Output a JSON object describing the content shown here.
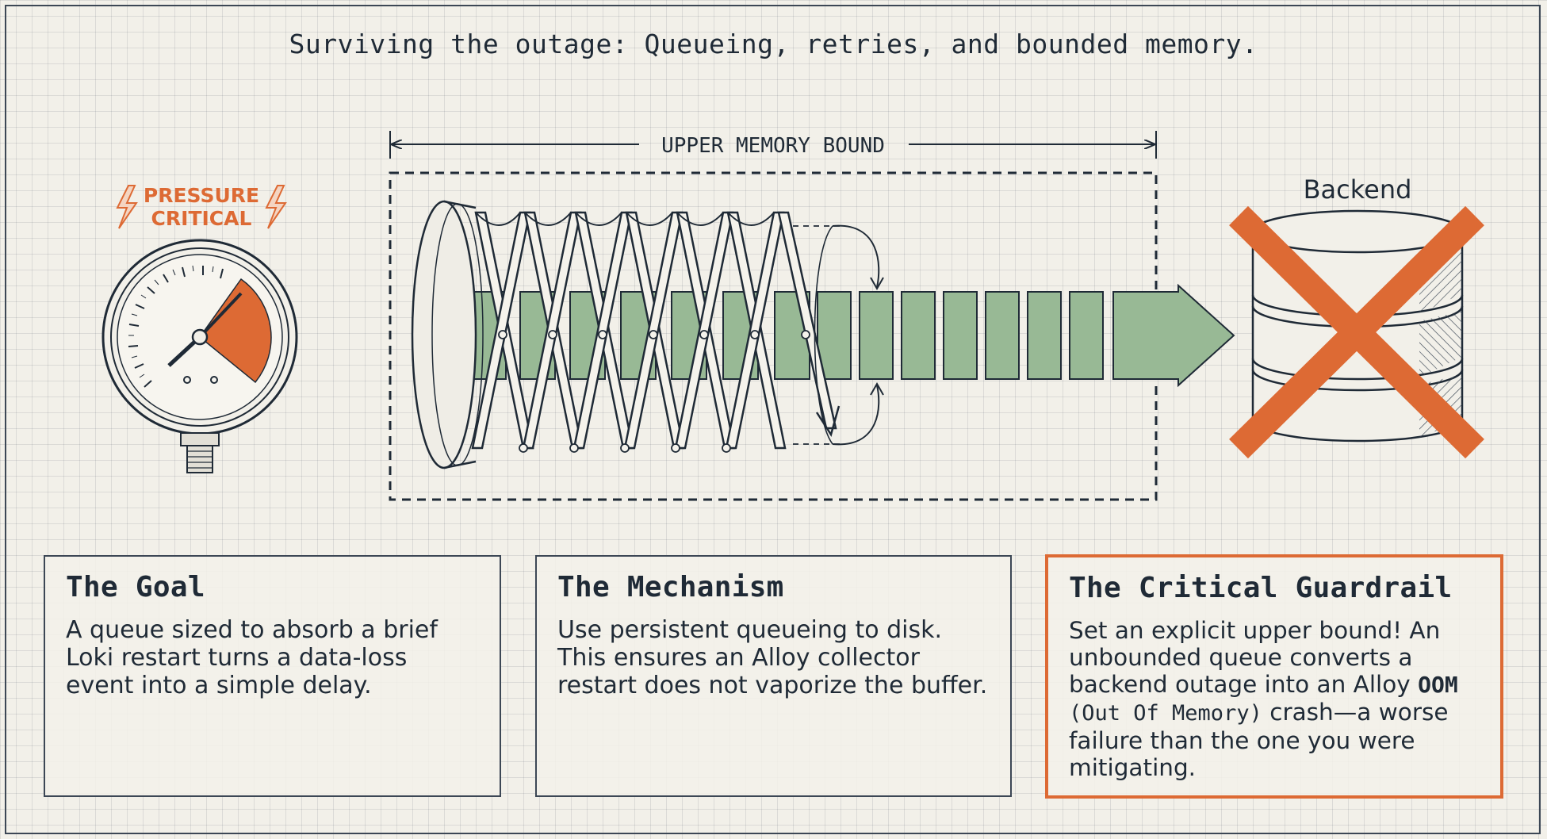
{
  "title": "Surviving the outage: Queueing, retries, and bounded memory.",
  "gauge": {
    "label_line1": "PRESSURE",
    "label_line2": "CRITICAL"
  },
  "bound_label": "UPPER MEMORY BOUND",
  "backend_label": "Backend",
  "cards": {
    "goal": {
      "heading": "The Goal",
      "body": "A queue sized to absorb a brief Loki restart turns a data-loss event into a simple delay."
    },
    "mechanism": {
      "heading": "The Mechanism",
      "body": "Use persistent queueing to disk.  This ensures an Alloy collector restart does not vaporize the buffer."
    },
    "guardrail": {
      "heading": "The Critical Guardrail",
      "body_before": "Set an explicit upper bound! An unbounded queue converts a backend outage into an Alloy ",
      "body_oom": "OOM",
      "body_paren": "(Out Of Memory)",
      "body_after": " crash—a worse failure than the one you were mitigating."
    }
  },
  "colors": {
    "accent": "#dd6a34",
    "ink": "#1f2a36",
    "queue_green": "#98b995",
    "paper": "#f2f0e9"
  }
}
